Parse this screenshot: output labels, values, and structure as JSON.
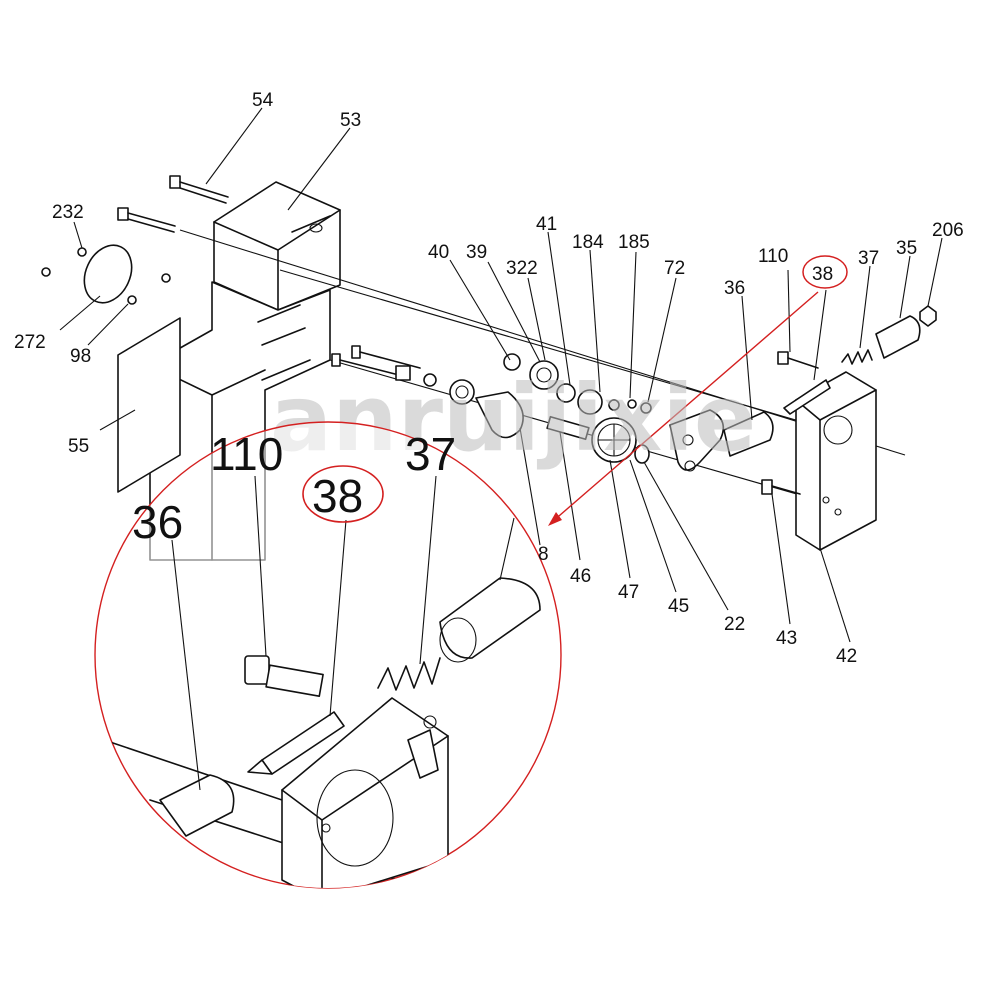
{
  "watermark": "anruijixie",
  "labels": [
    {
      "id": "54",
      "text": "54"
    },
    {
      "id": "53",
      "text": "53"
    },
    {
      "id": "232",
      "text": "232"
    },
    {
      "id": "272",
      "text": "272"
    },
    {
      "id": "98",
      "text": "98"
    },
    {
      "id": "55",
      "text": "55"
    },
    {
      "id": "40",
      "text": "40"
    },
    {
      "id": "39",
      "text": "39"
    },
    {
      "id": "322",
      "text": "322"
    },
    {
      "id": "41",
      "text": "41"
    },
    {
      "id": "184",
      "text": "184"
    },
    {
      "id": "185",
      "text": "185"
    },
    {
      "id": "72",
      "text": "72"
    },
    {
      "id": "36",
      "text": "36"
    },
    {
      "id": "110",
      "text": "110"
    },
    {
      "id": "38",
      "text": "38"
    },
    {
      "id": "37",
      "text": "37"
    },
    {
      "id": "35",
      "text": "35"
    },
    {
      "id": "206",
      "text": "206"
    },
    {
      "id": "8",
      "text": "8"
    },
    {
      "id": "46",
      "text": "46"
    },
    {
      "id": "47",
      "text": "47"
    },
    {
      "id": "45",
      "text": "45"
    },
    {
      "id": "22",
      "text": "22"
    },
    {
      "id": "43",
      "text": "43"
    },
    {
      "id": "42",
      "text": "42"
    }
  ],
  "zoom": {
    "labels": [
      {
        "id": "110",
        "text": "110"
      },
      {
        "id": "38",
        "text": "38"
      },
      {
        "id": "37",
        "text": "37"
      },
      {
        "id": "36",
        "text": "36"
      }
    ]
  },
  "colors": {
    "ink": "#111111",
    "highlight": "#d42020",
    "watermark": "#bdbdbd"
  }
}
